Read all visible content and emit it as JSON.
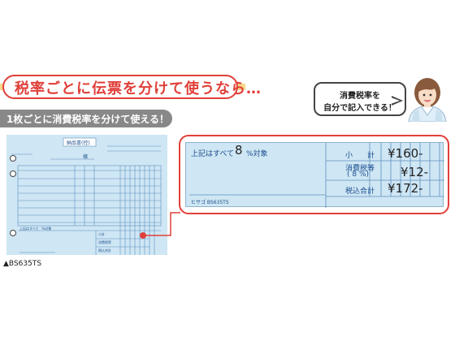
{
  "headline": {
    "text": "税率ごとに伝票を分けて使うなら…"
  },
  "subheading": {
    "text": "1枚ごとに消費税率を分けて使える！"
  },
  "bubble": {
    "line1": "消費税率を",
    "line2": "自分で記入できる！"
  },
  "slip": {
    "title": "納品書",
    "title_mark": "(控)",
    "honorific": "様",
    "footer_text": "上記はすべて　%対象",
    "rows": [
      "小計",
      "消費税等",
      "税込合計"
    ]
  },
  "zoom": {
    "statement_prefix": "上記はすべて",
    "rate_value": "8",
    "statement_suffix": "%対象",
    "subtotal_label": "小　　計",
    "subtotal_value": "¥160-",
    "tax_label": "消費税等",
    "tax_rate": "( 8 %)",
    "tax_value": "¥12-",
    "total_label": "税込合計",
    "total_value": "¥172-",
    "brand_text": "ヒサゴ BS635TS"
  },
  "product_code": "▲BS635TS",
  "colors": {
    "accent": "#e0403a",
    "form_blue": "#cfe6f4",
    "line_blue": "#1c4f8e"
  }
}
